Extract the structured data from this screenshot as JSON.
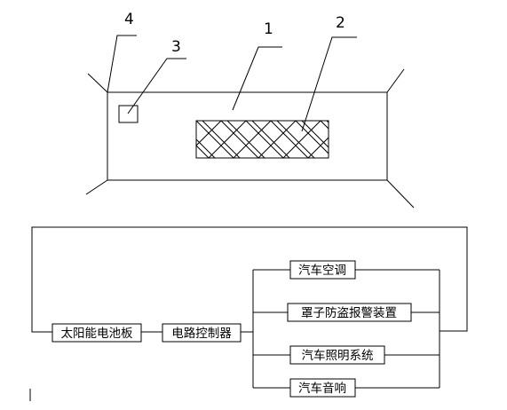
{
  "top_figure": {
    "callouts": [
      "1",
      "2",
      "3",
      "4"
    ]
  },
  "circuit": {
    "solar_panel": "太阳能电池板",
    "controller": "电路控制器",
    "loads": [
      "汽车空调",
      "罩子防盗报警装置",
      "汽车照明系统",
      "汽车音响"
    ]
  }
}
